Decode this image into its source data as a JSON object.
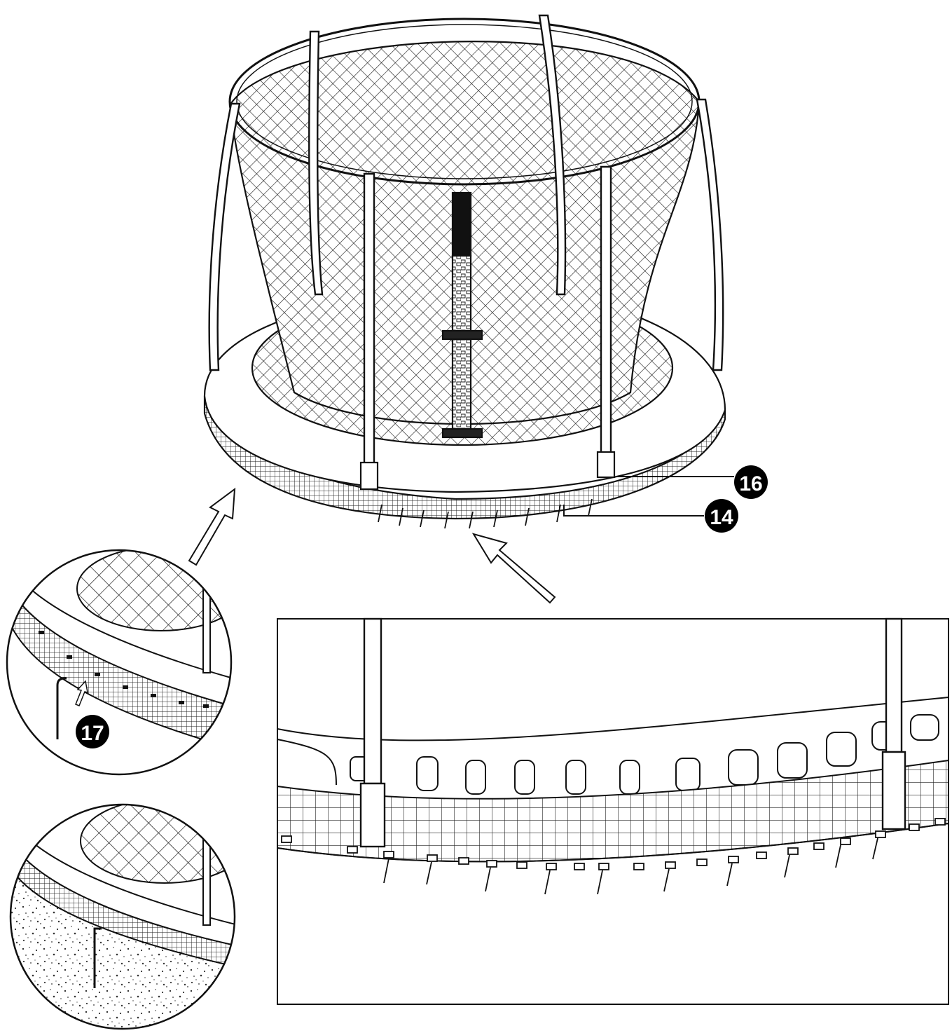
{
  "callouts": [
    {
      "id": "part-16",
      "label": "16"
    },
    {
      "id": "part-14",
      "label": "14"
    },
    {
      "id": "part-17",
      "label": "17"
    }
  ],
  "colors": {
    "line": "#111111",
    "paper": "#ffffff",
    "badge": "#000000",
    "ground": "#c8c8c8"
  }
}
